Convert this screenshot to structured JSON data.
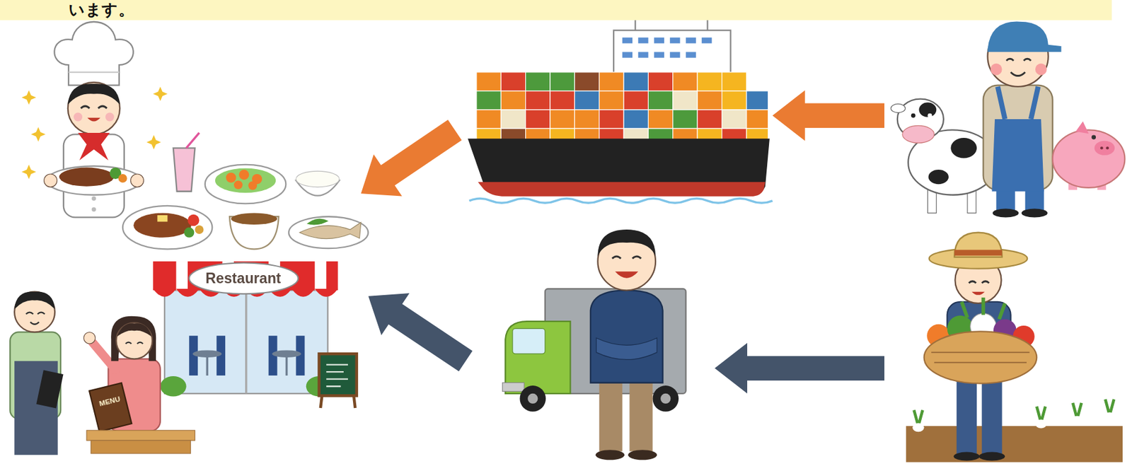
{
  "diagram": {
    "title": "います。",
    "nodes": [
      {
        "text": [
          "Restaurant"
        ]
      }
    ],
    "labels": [
      "MENU"
    ]
  }
}
